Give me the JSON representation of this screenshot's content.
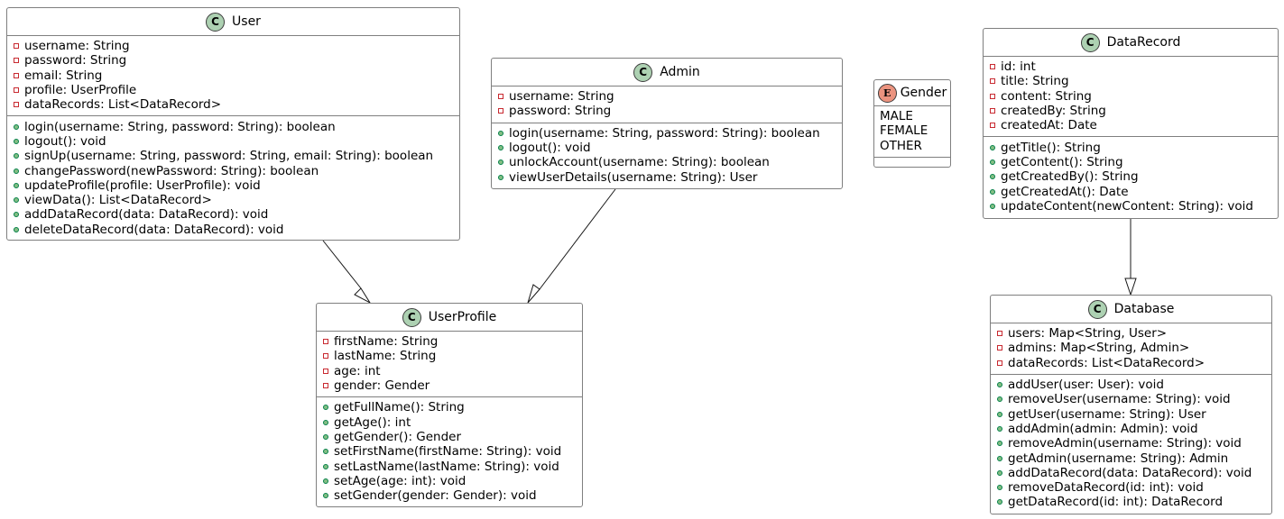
{
  "classes": {
    "user": {
      "stereotype": "C",
      "name": "User",
      "fields": [
        "username: String",
        "password: String",
        "email: String",
        "profile: UserProfile",
        "dataRecords: List<DataRecord>"
      ],
      "methods": [
        "login(username: String, password: String): boolean",
        "logout(): void",
        "signUp(username: String, password: String, email: String): boolean",
        "changePassword(newPassword: String): boolean",
        "updateProfile(profile: UserProfile): void",
        "viewData(): List<DataRecord>",
        "addDataRecord(data: DataRecord): void",
        "deleteDataRecord(data: DataRecord): void"
      ]
    },
    "admin": {
      "stereotype": "C",
      "name": "Admin",
      "fields": [
        "username: String",
        "password: String"
      ],
      "methods": [
        "login(username: String, password: String): boolean",
        "logout(): void",
        "unlockAccount(username: String): boolean",
        "viewUserDetails(username: String): User"
      ]
    },
    "gender": {
      "stereotype": "E",
      "name": "Gender",
      "literals": [
        "MALE",
        "FEMALE",
        "OTHER"
      ]
    },
    "datarecord": {
      "stereotype": "C",
      "name": "DataRecord",
      "fields": [
        "id: int",
        "title: String",
        "content: String",
        "createdBy: String",
        "createdAt: Date"
      ],
      "methods": [
        "getTitle(): String",
        "getContent(): String",
        "getCreatedBy(): String",
        "getCreatedAt(): Date",
        "updateContent(newContent: String): void"
      ]
    },
    "userprofile": {
      "stereotype": "C",
      "name": "UserProfile",
      "fields": [
        "firstName: String",
        "lastName: String",
        "age: int",
        "gender: Gender"
      ],
      "methods": [
        "getFullName(): String",
        "getAge(): int",
        "getGender(): Gender",
        "setFirstName(firstName: String): void",
        "setLastName(lastName: String): void",
        "setAge(age: int): void",
        "setGender(gender: Gender): void"
      ]
    },
    "database": {
      "stereotype": "C",
      "name": "Database",
      "fields": [
        "users: Map<String, User>",
        "admins: Map<String, Admin>",
        "dataRecords: List<DataRecord>"
      ],
      "methods": [
        "addUser(user: User): void",
        "removeUser(username: String): void",
        "getUser(username: String): User",
        "addAdmin(admin: Admin): void",
        "removeAdmin(username: String): void",
        "getAdmin(username: String): Admin",
        "addDataRecord(data: DataRecord): void",
        "removeDataRecord(id: int): void",
        "getDataRecord(id: int): DataRecord"
      ]
    }
  },
  "relations": [
    {
      "from": "user",
      "to": "userprofile",
      "type": "generalization"
    },
    {
      "from": "admin",
      "to": "userprofile",
      "type": "generalization"
    },
    {
      "from": "datarecord",
      "to": "database",
      "type": "generalization"
    }
  ],
  "colors": {
    "class_badge": "#add1b2",
    "enum_badge": "#eb937f",
    "border": "#7f7f7f",
    "private_marker": "#c82930",
    "public_marker": "#84be84"
  }
}
